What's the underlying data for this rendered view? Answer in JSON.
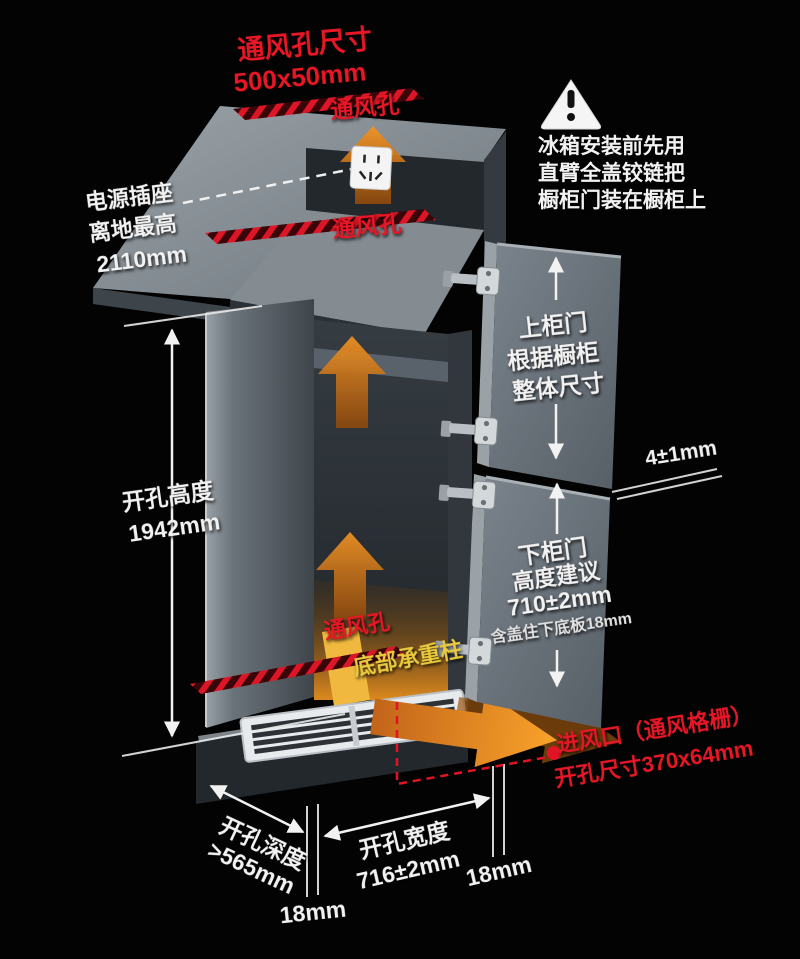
{
  "colors": {
    "red": "#e81726",
    "yellow": "#e9c93e",
    "orange": "#ef8a1d",
    "white": "#f2f2f2",
    "cabinet_gray": "#6b737a",
    "background": "#000000"
  },
  "top_vent": {
    "title": "通风孔尺寸",
    "size": "500x50mm",
    "label": "通风孔"
  },
  "mid_vent": {
    "label": "通风孔"
  },
  "bottom_vent": {
    "label": "通风孔"
  },
  "power_outlet": {
    "line1": "电源插座",
    "line2": "离地最高",
    "line3": "2110mm"
  },
  "warning": {
    "line1": "冰箱安装前先用",
    "line2": "直臂全盖铰链把",
    "line3": "橱柜门装在橱柜上"
  },
  "upper_door": {
    "line1": "上柜门",
    "line2": "根据橱柜",
    "line3": "整体尺寸"
  },
  "door_gap": {
    "label": "4±1mm"
  },
  "lower_door": {
    "line1": "下柜门",
    "line2": "高度建议",
    "line3": "710±2mm",
    "note": "含盖住下底板18mm"
  },
  "support": {
    "label": "底部承重柱"
  },
  "air_inlet": {
    "line1": "进风口（通风格栅）",
    "line2": "开孔尺寸370x64mm"
  },
  "dims": {
    "height_label": "开孔高度",
    "height_value": "1942mm",
    "depth_label": "开孔深度",
    "depth_value": ">565mm",
    "width_label": "开孔宽度",
    "width_value": "716±2mm",
    "thickness_left": "18mm",
    "thickness_right": "18mm"
  }
}
